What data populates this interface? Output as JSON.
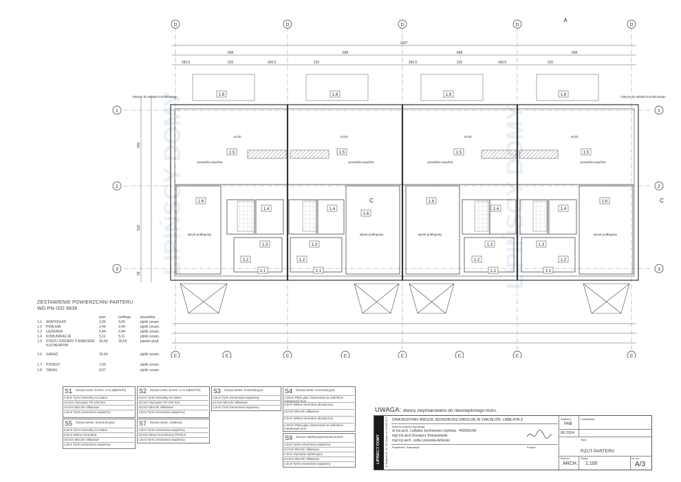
{
  "drawing": {
    "overall_dim": "1437",
    "half_dims": [
      "698",
      "698",
      "698",
      "698"
    ],
    "sub_dims_top": [
      "160,5",
      "315",
      "160,5",
      "315",
      "160,5",
      "315",
      "160,5",
      "315"
    ],
    "axis_letters_top": [
      "D",
      "D",
      "D",
      "D",
      "D"
    ],
    "axis_letters_bottom": [
      "C",
      "C",
      "C",
      "C",
      "C",
      "C",
      "C",
      "C"
    ],
    "axis_numbers": [
      "1",
      "2",
      "3"
    ],
    "section_marks": [
      "A",
      "A",
      "C",
      "C"
    ],
    "left_dims": [
      "450",
      "510",
      "69"
    ],
    "room_tags": [
      "1.8",
      "1.8",
      "1.8",
      "1.8",
      "1.5",
      "1.5",
      "1.5",
      "1.5",
      "1.6",
      "1.6",
      "1.6",
      "1.6",
      "1.4",
      "1.4",
      "1.4",
      "1.4",
      "1.3",
      "1.3",
      "1.3",
      "1.3",
      "1.2",
      "1.2",
      "1.2",
      "1.2",
      "1.1",
      "1.1",
      "1.1",
      "1.1"
    ],
    "floor_label": "posadzka wspólna",
    "level": "±0,00",
    "annotations": [
      "miejsce do wkładu kominkowego",
      "wpust podłogowy"
    ]
  },
  "area_table": {
    "title": "ZESTAWIENIE POWIERZCHNI PARTERU",
    "subtitle": "WG PN-ISO 9836",
    "headers": [
      "",
      "",
      "pow.",
      "podłoga",
      "posadzka"
    ],
    "rows": [
      {
        "no": "1.1",
        "name": "WIATROŁAP",
        "pow": "3,06",
        "podl": "3,06",
        "pos": "płytki ceram."
      },
      {
        "no": "1.2",
        "name": "PRALNIA",
        "pow": "2,44",
        "podl": "2,44",
        "pos": "płytki ceram."
      },
      {
        "no": "1.3",
        "name": "ŁAZIENKA",
        "pow": "2,44",
        "podl": "2,44",
        "pos": "płytki ceram."
      },
      {
        "no": "1.4",
        "name": "KOMUNIKACJA",
        "pow": "5,11",
        "podl": "5,11",
        "pos": "płytki ceram."
      },
      {
        "no": "1.5",
        "name": "POKÓJ DZIENNY Z ANEKSEM KUCHENNYM",
        "pow": "30,69",
        "podl": "30,69",
        "pos": "panele podł."
      },
      {
        "no": "1.6",
        "name": "GARAŻ",
        "pow": "16,64",
        "podl": "",
        "pos": "płytki ceram."
      },
      {
        "no": "1.7",
        "name": "PODEST",
        "pow": "1,65",
        "podl": "",
        "pos": "płytki ceram."
      },
      {
        "no": "1.8",
        "name": "TARAS",
        "pow": "8,07",
        "podl": "",
        "pos": "płytki ceram."
      }
    ]
  },
  "walls": [
    {
      "code": "S1",
      "hdr": "Ściana zewn. konstr. U=0,18[W/m²K]",
      "lines": [
        "0,3cm Tynk mineralny na siatce",
        "15,0cm Styropian TR-100-031",
        "24,0cm Bloczki silikatowe",
        "1,5cm Tynk cementowo-wapienny"
      ]
    },
    {
      "code": "S2",
      "hdr": "Ściana zewn. konstr. U=0,18[W/m²K]",
      "lines": [
        "0,3cm Tynk mineralny na siatce",
        "15,0cm Styropian TR-100-031",
        "18,0cm Bloczki silikatowe",
        "1,5cm Tynk cementowo-wapienny"
      ]
    },
    {
      "code": "S3",
      "hdr": "Ściana wewn. konstrukcyjna",
      "lines": [
        "1,5cm Tynk cementowo-wapienny",
        "24,0cm Bloczki silikatowe",
        "1,5cm Tynk cementowo-wapienny"
      ]
    },
    {
      "code": "S4",
      "hdr": "Ściana wewn. konstrukcyjna",
      "lines": [
        "1,25cm Płyta gips.-kartonowa na szkielecie metalowym 5cm",
        "5,0cm Wełna mineralna akustyczna",
        "24,0cm Bloczki silikatowe",
        "5,0cm Wełna mineralna akustyczna",
        "1,25cm Płyta gips.-kartonowa na szkielecie metalowym 5cm"
      ]
    },
    {
      "code": "S5",
      "hdr": "Ściana wewn. konstrukcyjna",
      "lines": [
        "0,3cm Tynk mineralny na siatce",
        "5,0cm Wełna mineralna",
        "18,0cm Bloczki silikatowe",
        "1,5cm Tynk cementowo-wapienny"
      ]
    },
    {
      "code": "S7",
      "hdr": "Ściana wewn. działowa",
      "lines": [
        "1,5cm Tynk cementowo-wapienny",
        "10,0cm Beton komórkowy PP4/0,6",
        "1,5cm Tynk cementowo-wapienny"
      ]
    },
    {
      "code": "S9",
      "hdr": "Ściana międzysegmentowa konstr.",
      "lines": [
        "1,5cm Tynk cementowo-wapienny",
        "24,0cm Bloczki silikatowe",
        "4,0cm Styropian dylatacyjny",
        "24,0cm Bloczki silikatowe",
        "1,5cm Tynk cementowo-wapienny"
      ]
    }
  ],
  "note": {
    "bold": "UWAGA:",
    "text": "otwory zwymiarowano do nieocieplonego muru."
  },
  "title_block": {
    "brand": "LIPIŃSCY DOMY",
    "address": "ul. Bałtycka 65, 34-700 Słupsk, tel. 59 845 23 33",
    "project_title": "DWA BUDYNKI MIESZK.JEDNORODZ.DWULOK.W ZAB.BLIŹN. LMBL47B-Z",
    "authors_label": "Autorzy projektu typowego:",
    "authors": [
      "dr inż.arch.   Ludwika Juchniewicz-Lipińska - 449/93/UW",
      "mgr inż.arch.Grzegorz Tomaszewski",
      "mgr inż.arch. Julita Lisowska-Antunes"
    ],
    "adapt_label": "Projektant / Adaptacja:",
    "sign_label": "Podpis:",
    "stage_label": "Stadium:",
    "stage": "PAB",
    "location_label": "Lokalizacja:",
    "date": "06.2024",
    "sheet_title_label": "Tytuł:",
    "sheet_title": "RZUT PARTERU",
    "branch_label": "Branża:",
    "branch": "ARCH.",
    "scale_label": "Skala:",
    "scale": "1:100",
    "sheet_label": "Nr rys.:",
    "sheet_no": "A/3"
  },
  "watermark": "LIPIŃSCY DOMY"
}
